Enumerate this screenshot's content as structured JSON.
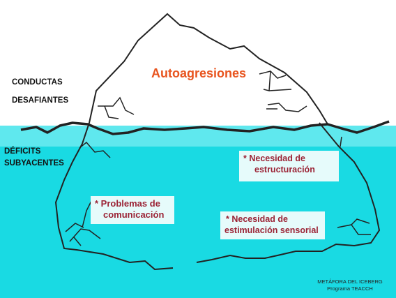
{
  "colors": {
    "water": "#19dae3",
    "water_light": "#7eeef2",
    "outline": "#222222",
    "title": "#e8541e",
    "box_text": "#9b2335",
    "box_bg": "#e6fbfb"
  },
  "labels": {
    "conductas_line1": "CONDUCTAS",
    "conductas_line2": "DESAFIANTES",
    "deficits_line1": "DÉFICITS",
    "deficits_line2": "SUBYACENTES",
    "top_title": "Autoagresiones"
  },
  "boxes": [
    {
      "line1": "*  Necesidad de",
      "line2": "estructuración"
    },
    {
      "line1": "*  Problemas de",
      "line2": "comunicación"
    },
    {
      "line1": "* Necesidad de",
      "line2": "estimulación sensorial"
    }
  ],
  "credit": {
    "line1": "METÁFORA DEL ICEBERG",
    "line2": "Programa TEACCH"
  }
}
